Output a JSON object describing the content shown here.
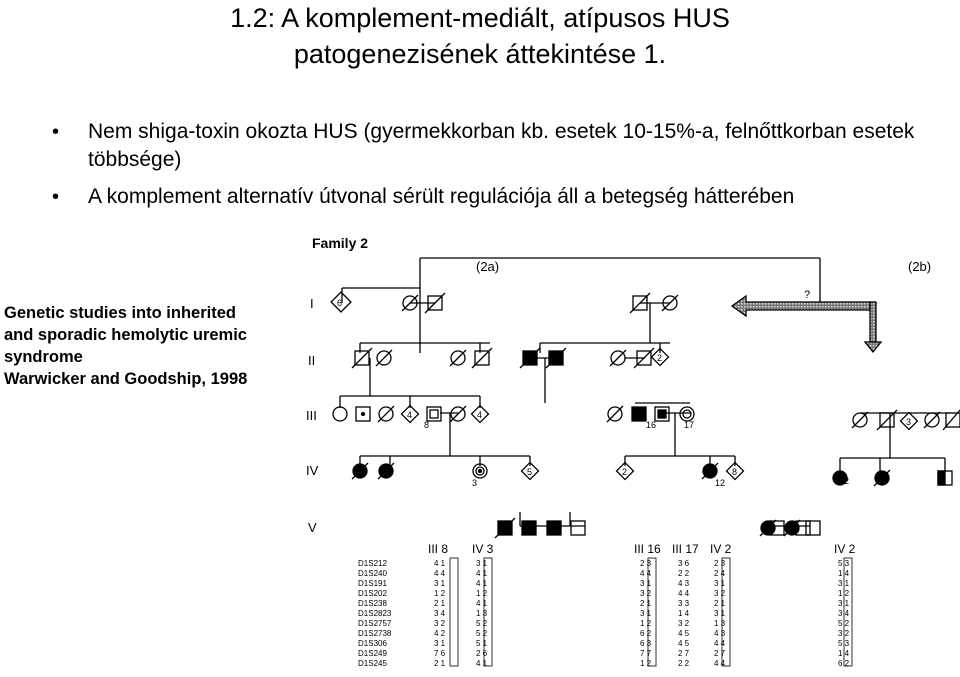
{
  "slide": {
    "title_line1": "1.2: A komplement-mediált, atípusos HUS",
    "title_line2": "patogenezisének áttekintése 1.",
    "bullets": [
      "Nem shiga-toxin okozta HUS (gyermekkorban kb. esetek 10-15%-a, felnőttkorban esetek többsége)",
      "A komplement alternatív útvonal sérült regulációja áll a betegség hátterében"
    ],
    "caption": [
      "Genetic studies into inherited",
      "and sporadic hemolytic uremic",
      "syndrome",
      "Warwicker and Goodship, 1998"
    ]
  },
  "figure": {
    "title": "Family 2",
    "branch_labels": [
      "(2a)",
      "(2b)"
    ],
    "question_mark": "?",
    "generations": [
      "I",
      "II",
      "III",
      "IV",
      "V"
    ],
    "numbers": {
      "n6": "6",
      "n4": "4",
      "n8": "8",
      "n5": "5",
      "n2": "2",
      "n3": "3",
      "n16": "16",
      "n17": "17",
      "n12": "12"
    },
    "haplotype_headers": [
      "III 8",
      "IV 3",
      "III 16",
      "III 17",
      "IV 2",
      "IV 2"
    ],
    "markers": [
      "D1S212",
      "D1S240",
      "D1S191",
      "D1S202",
      "D1S238",
      "D1S2823",
      "D1S2757",
      "D1S2738",
      "D1S306",
      "D1S249",
      "D1S245"
    ],
    "haplotypes": [
      [
        "4 1",
        "4 4",
        "3 1",
        "1 2",
        "2 1",
        "3 4",
        "3 2",
        "4 2",
        "3 1",
        "7 6",
        "2 1"
      ],
      [
        "3 1",
        "4 1",
        "4 1",
        "1 2",
        "4 1",
        "1 3",
        "5 2",
        "5 2",
        "5 1",
        "2 6",
        "4 1"
      ],
      [
        "2 3",
        "4 4",
        "3 1",
        "3 2",
        "2 1",
        "3 1",
        "1 2",
        "6 2",
        "6 3",
        "7 7",
        "1 2"
      ],
      [
        "3 6",
        "2 2",
        "4 3",
        "4 4",
        "3 3",
        "1 4",
        "3 2",
        "4 5",
        "4 5",
        "2 7",
        "2 2"
      ],
      [
        "2 3",
        "2 4",
        "3 1",
        "3 2",
        "2 1",
        "3 1",
        "1 3",
        "4 3",
        "4 4",
        "2 7",
        "4 4"
      ],
      [
        "5 3",
        "1 4",
        "3 1",
        "1 2",
        "3 1",
        "3 4",
        "5 2",
        "3 2",
        "5 3",
        "1 4",
        "6 2"
      ]
    ]
  }
}
